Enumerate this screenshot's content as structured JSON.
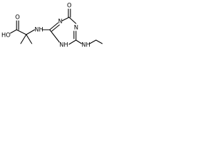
{
  "molecule": {
    "labels": {
      "hydroxyl": "HO",
      "carbonyl_oxygen_acid": "O",
      "amine_nh_left": "NH",
      "ring_n_top": "N",
      "ring_oxygen": "O",
      "ring_n_right": "N",
      "ring_nh_bottom": "NH",
      "ethylamine_nh": "NH"
    },
    "colors": {
      "bond": "#000000",
      "text": "#000000",
      "background": "#ffffff"
    }
  }
}
